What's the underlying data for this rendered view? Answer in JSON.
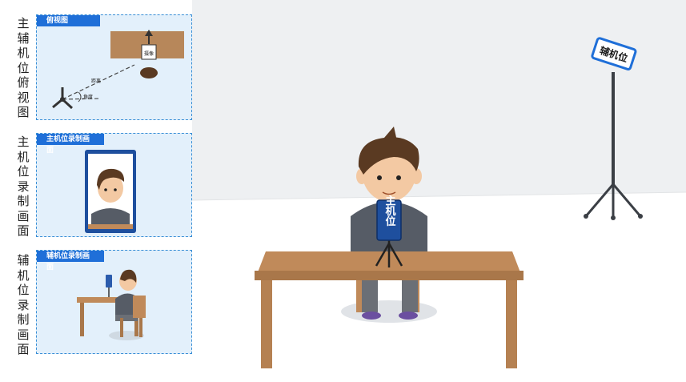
{
  "side_labels": {
    "aux_top": "主辅机位俯视图",
    "main_rec": "主机位录制画面",
    "aux_rec": "辅机位录制画面"
  },
  "panels": {
    "top_view": {
      "tag": "俯视图",
      "cam_mark": "摄像",
      "dist_mark": "距离",
      "angle_mark": "角度"
    },
    "main_view": {
      "tag": "主机位录制画面"
    },
    "aux_view": {
      "tag": "辅机位录制画面"
    }
  },
  "scene": {
    "main_phone_label": "主机位",
    "aux_sign_label": "辅机位"
  },
  "colors": {
    "panel_bg": "#e3f0fb",
    "panel_border": "#3a8fd6",
    "tag_blue": "#1f6fd8",
    "table_wood": "#c08a5a",
    "shirt": "#565c66",
    "hair": "#5a3a22"
  }
}
